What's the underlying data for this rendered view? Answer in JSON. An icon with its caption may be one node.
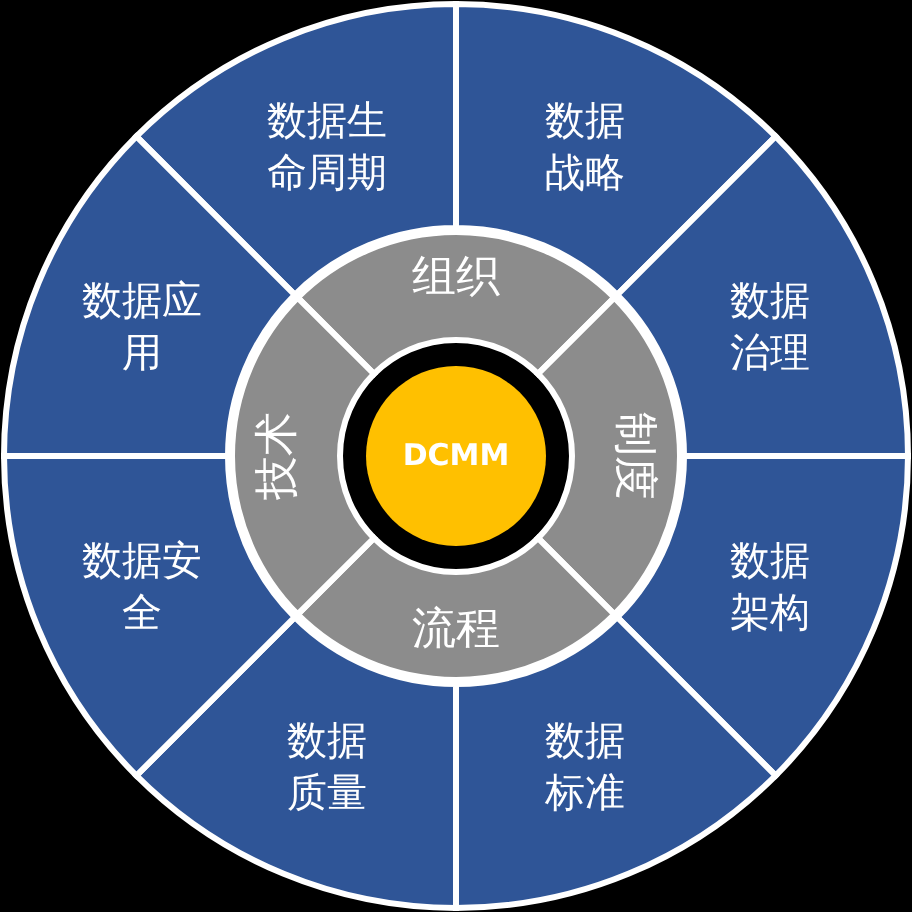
{
  "diagram": {
    "nodes": [
      {
        "text": [
          "数据生命周期"
        ]
      },
      {
        "text": [
          "数据战略"
        ]
      },
      {
        "text": [
          "数据治理"
        ]
      },
      {
        "text": [
          "数据架构"
        ]
      },
      {
        "text": [
          "数据标准"
        ]
      },
      {
        "text": [
          "数据质量"
        ]
      },
      {
        "text": [
          "数据安全"
        ]
      },
      {
        "text": [
          "数据应用"
        ]
      },
      {
        "text": [
          "组织"
        ]
      },
      {
        "text": [
          "制度"
        ]
      },
      {
        "text": [
          "流程"
        ]
      },
      {
        "text": [
          "技术"
        ]
      },
      {
        "text": [
          "DCMM"
        ]
      }
    ]
  }
}
